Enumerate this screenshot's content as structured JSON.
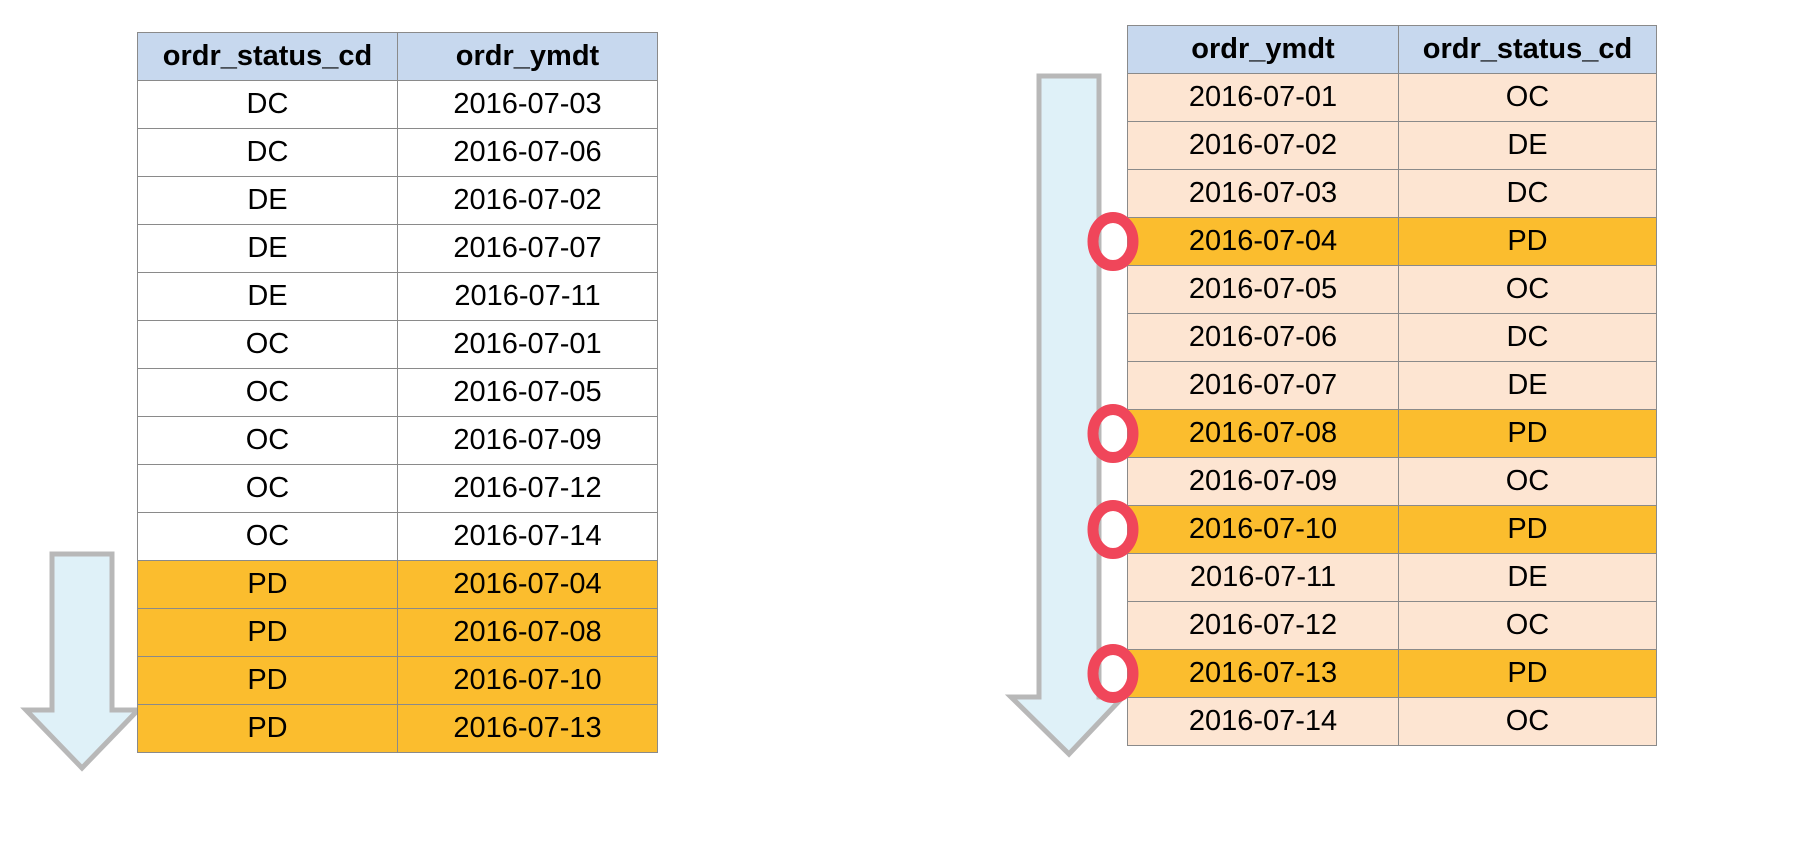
{
  "left_table": {
    "headers": [
      "ordr_status_cd",
      "ordr_ymdt"
    ],
    "rows": [
      {
        "c1": "DC",
        "c2": "2016-07-03",
        "hl": false
      },
      {
        "c1": "DC",
        "c2": "2016-07-06",
        "hl": false
      },
      {
        "c1": "DE",
        "c2": "2016-07-02",
        "hl": false
      },
      {
        "c1": "DE",
        "c2": "2016-07-07",
        "hl": false
      },
      {
        "c1": "DE",
        "c2": "2016-07-11",
        "hl": false
      },
      {
        "c1": "OC",
        "c2": "2016-07-01",
        "hl": false
      },
      {
        "c1": "OC",
        "c2": "2016-07-05",
        "hl": false
      },
      {
        "c1": "OC",
        "c2": "2016-07-09",
        "hl": false
      },
      {
        "c1": "OC",
        "c2": "2016-07-12",
        "hl": false
      },
      {
        "c1": "OC",
        "c2": "2016-07-14",
        "hl": false
      },
      {
        "c1": "PD",
        "c2": "2016-07-04",
        "hl": true
      },
      {
        "c1": "PD",
        "c2": "2016-07-08",
        "hl": true
      },
      {
        "c1": "PD",
        "c2": "2016-07-10",
        "hl": true
      },
      {
        "c1": "PD",
        "c2": "2016-07-13",
        "hl": true
      }
    ]
  },
  "right_table": {
    "headers": [
      "ordr_ymdt",
      "ordr_status_cd"
    ],
    "rows": [
      {
        "c1": "2016-07-01",
        "c2": "OC",
        "hl": false
      },
      {
        "c1": "2016-07-02",
        "c2": "DE",
        "hl": false
      },
      {
        "c1": "2016-07-03",
        "c2": "DC",
        "hl": false
      },
      {
        "c1": "2016-07-04",
        "c2": "PD",
        "hl": true
      },
      {
        "c1": "2016-07-05",
        "c2": "OC",
        "hl": false
      },
      {
        "c1": "2016-07-06",
        "c2": "DC",
        "hl": false
      },
      {
        "c1": "2016-07-07",
        "c2": "DE",
        "hl": false
      },
      {
        "c1": "2016-07-08",
        "c2": "PD",
        "hl": true
      },
      {
        "c1": "2016-07-09",
        "c2": "OC",
        "hl": false
      },
      {
        "c1": "2016-07-10",
        "c2": "PD",
        "hl": true
      },
      {
        "c1": "2016-07-11",
        "c2": "DE",
        "hl": false
      },
      {
        "c1": "2016-07-12",
        "c2": "OC",
        "hl": false
      },
      {
        "c1": "2016-07-13",
        "c2": "PD",
        "hl": true
      },
      {
        "c1": "2016-07-14",
        "c2": "OC",
        "hl": false
      }
    ]
  },
  "colors": {
    "header_bg": "#c7d8ee",
    "highlight_bg": "#fbbd2e",
    "right_row_bg": "#fde5d2",
    "arrow_fill": "#dff1f8",
    "arrow_stroke": "#b8b8b8",
    "marker_color": "#f0465a"
  },
  "icons": {
    "scan_arrow": "down-arrow-icon",
    "match_marker": "circle-marker-icon"
  }
}
